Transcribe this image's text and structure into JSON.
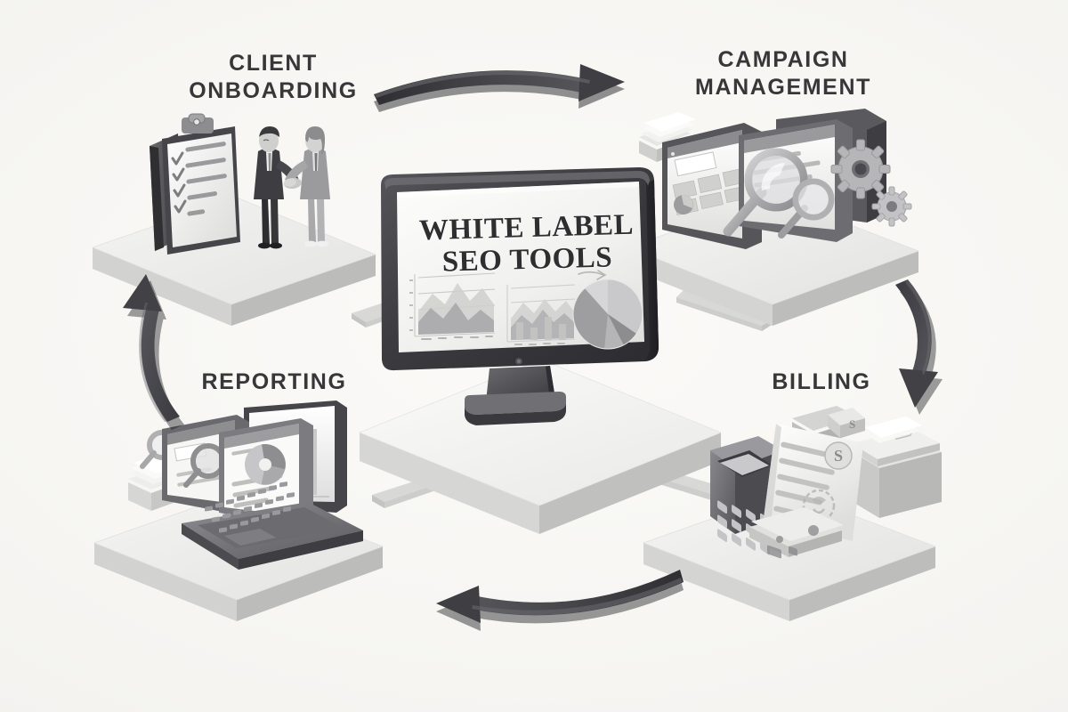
{
  "diagram": {
    "title": "White Label SEO Tools Workflow Cycle",
    "background_color": "#f8f7f5",
    "label_color": "#37373a",
    "accent_dark": "#3a3a3d",
    "platform_color": "#e9e9e7",
    "style": "isometric 3D grayscale"
  },
  "center": {
    "screen_text": "WHITE LABEL\nSEO TOOLS",
    "device": "desktop-monitor",
    "screen_charts": [
      "area-chart",
      "area-chart",
      "pie-chart"
    ]
  },
  "stages": [
    {
      "id": "client-onboarding",
      "label": "CLIENT\nONBOARDING",
      "position": "top-left",
      "icons": [
        "clipboard-checklist-icon",
        "handshake-people-icon"
      ]
    },
    {
      "id": "campaign-management",
      "label": "CAMPAIGN\nMANAGEMENT",
      "position": "top-right",
      "icons": [
        "dashboard-window-icon",
        "magnifier-icon",
        "gear-icon",
        "stacked-cards-icon"
      ]
    },
    {
      "id": "billing",
      "label": "BILLING",
      "position": "bottom-right",
      "icons": [
        "calculator-icon",
        "invoice-document-icon",
        "dollar-seal-icon",
        "cash-box-icon",
        "banknotes-icon"
      ]
    },
    {
      "id": "reporting",
      "label": "REPORTING",
      "position": "bottom-left",
      "icons": [
        "laptop-icon",
        "bar-chart-icon",
        "pie-chart-report-icon",
        "magnifier-icon",
        "paper-stack-icon"
      ]
    }
  ],
  "arrows": [
    {
      "id": "arrow-onboarding-to-campaign",
      "direction": "right",
      "position": "top",
      "color": "#3a3a3d"
    },
    {
      "id": "arrow-campaign-to-billing",
      "direction": "down",
      "position": "right",
      "color": "#3a3a3d"
    },
    {
      "id": "arrow-billing-to-reporting",
      "direction": "left",
      "position": "bottom",
      "color": "#3a3a3d"
    },
    {
      "id": "arrow-reporting-to-onboarding",
      "direction": "up",
      "position": "left",
      "color": "#3a3a3d"
    }
  ]
}
